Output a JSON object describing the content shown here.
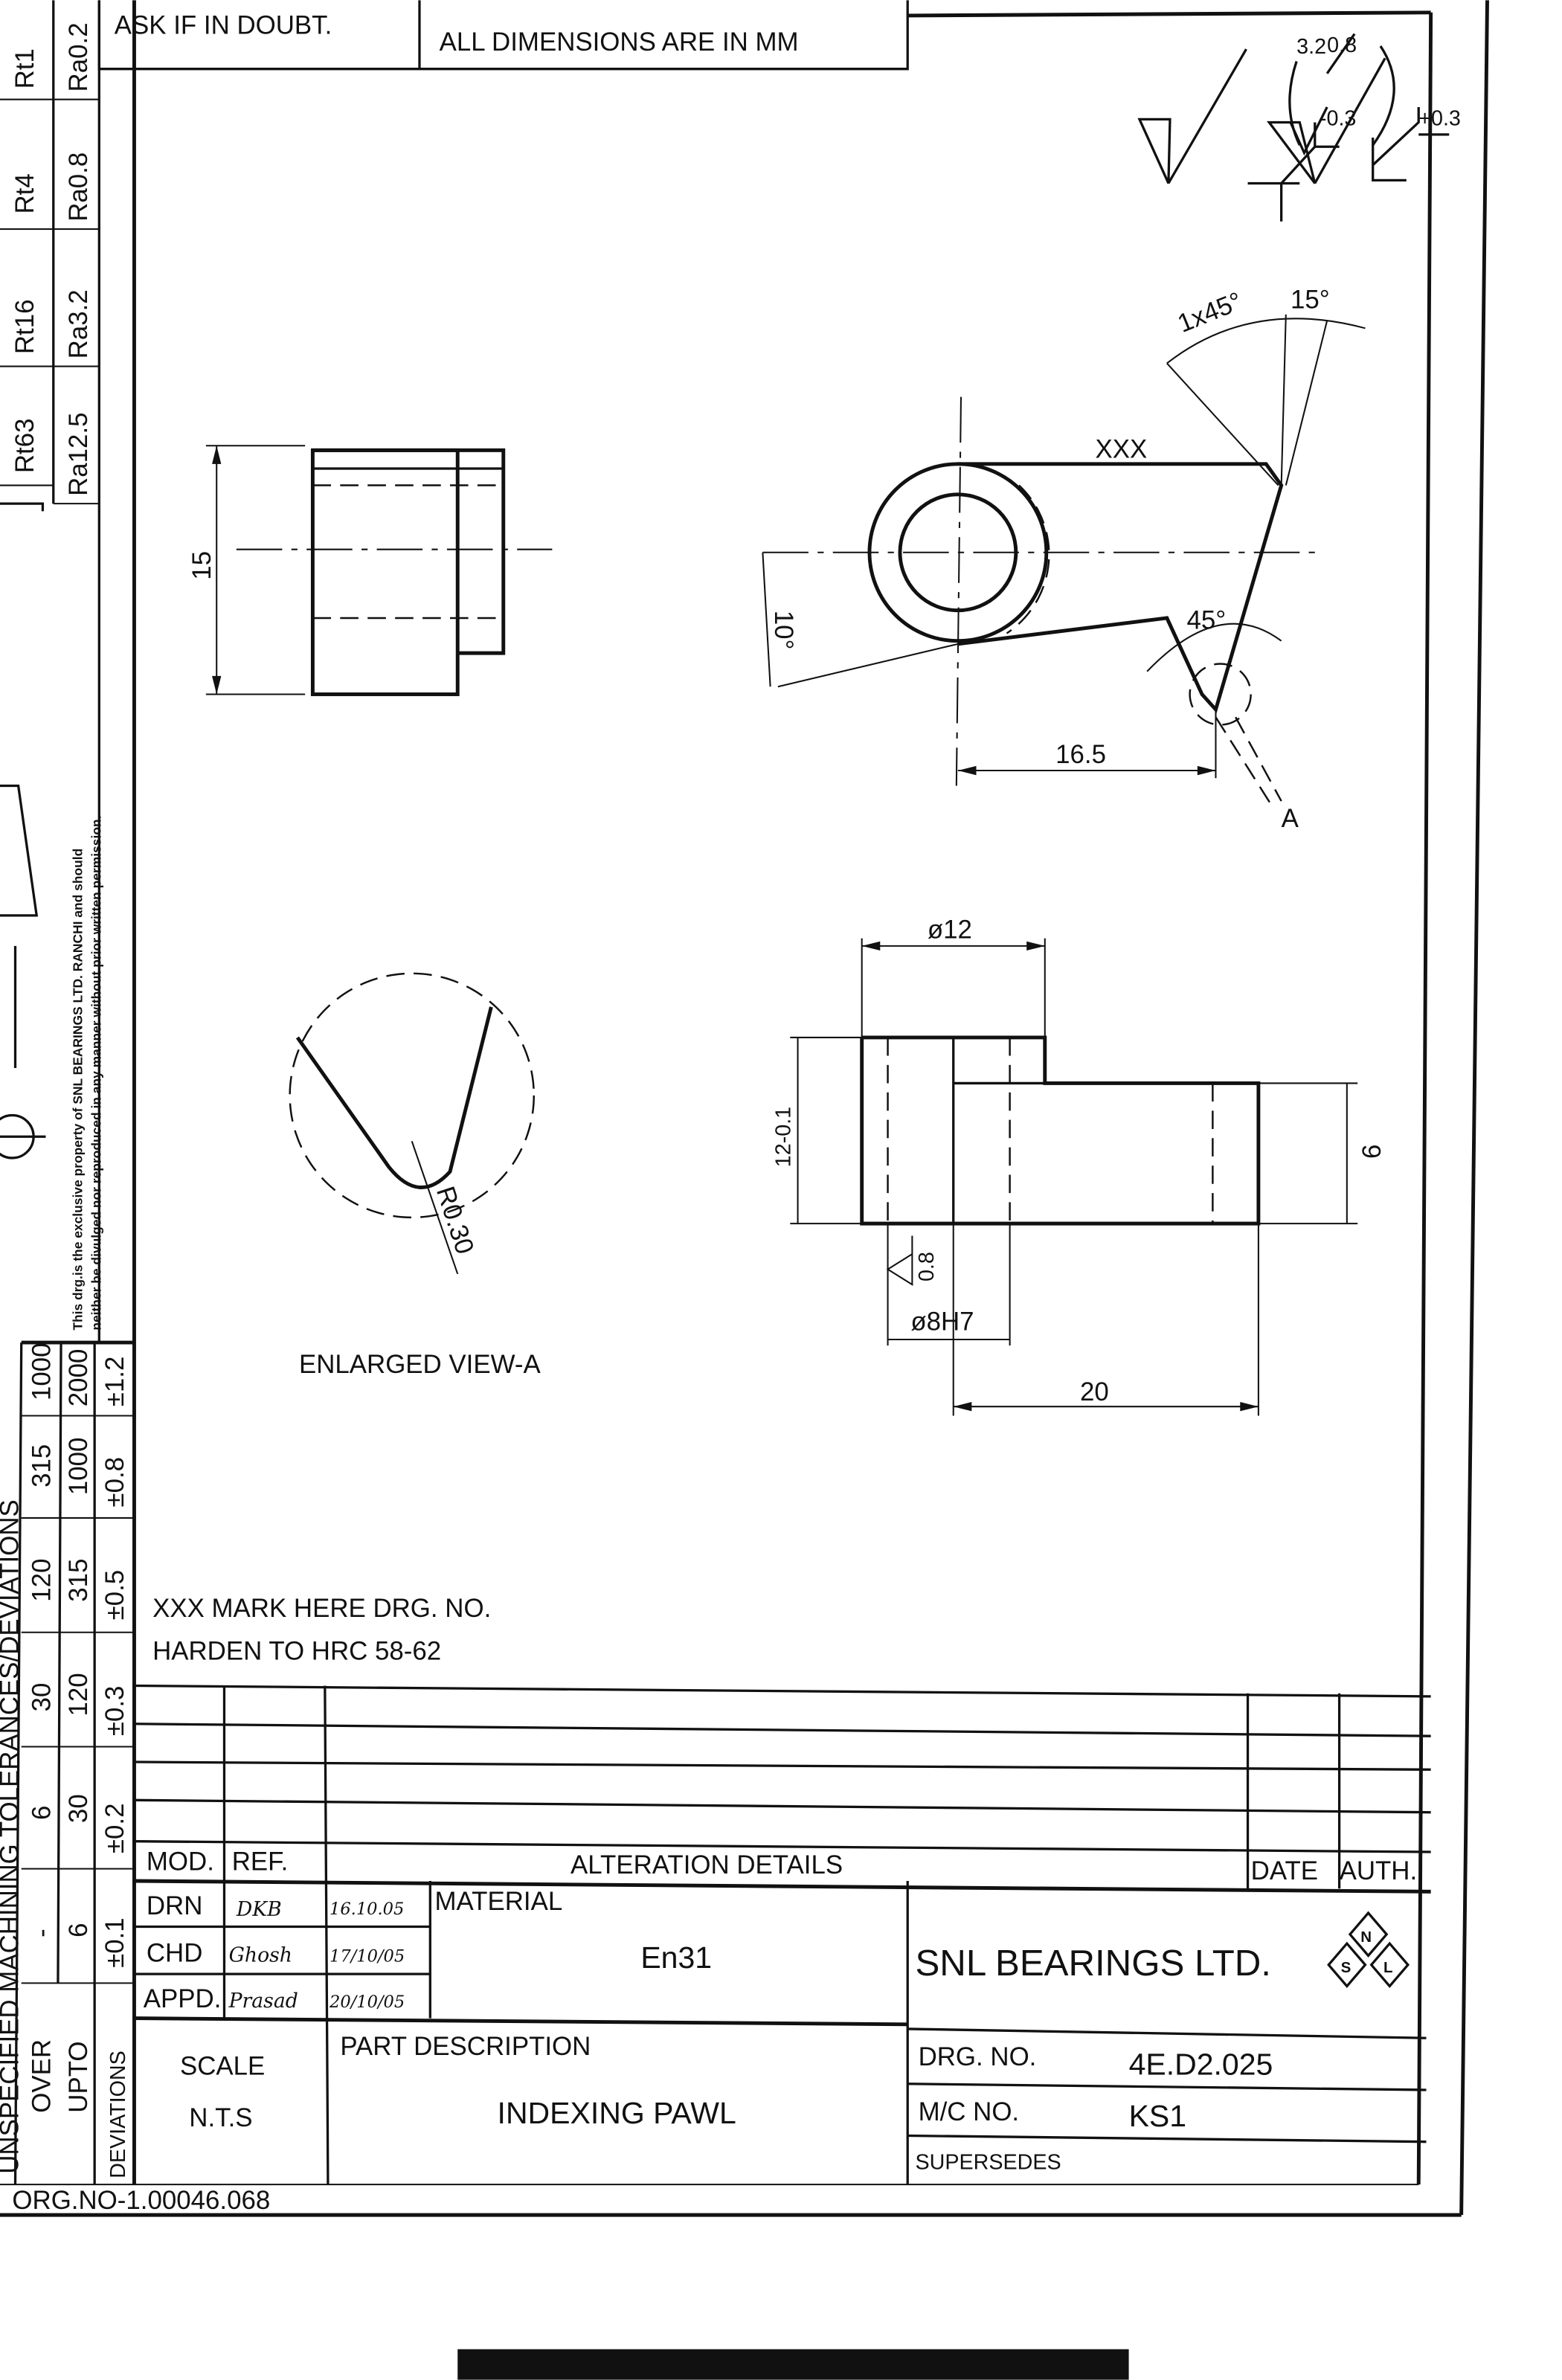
{
  "header": {
    "ask_note": "ASK IF IN DOUBT.",
    "units_note": "ALL DIMENSIONS  ARE IN MM"
  },
  "surface_finish": {
    "rt": [
      "Rt1",
      "Rt4",
      "Rt16",
      "Rt63"
    ],
    "ra": [
      "Ra0.2",
      "Ra0.8",
      "Ra3.2",
      "Ra12.5"
    ],
    "symbol_main": "3.2",
    "symbol_other": "0.8",
    "tol_minus": "-0.3",
    "tol_plus": "+0.3"
  },
  "disclaimer": {
    "line1": "This drg.is the exclusive property of  SNL  BEARINGS LTD. RANCHI and should",
    "line2": "neither be divulged nor reproduced in any manner without prior written permission."
  },
  "tolerances": {
    "title": "UNSPECIFIED MACHINING TOLERANCES/DEVIATIONS",
    "over_label": "OVER",
    "upto_label": "UPTO",
    "deviation_label": "DEVIATIONS",
    "over": [
      "-",
      "6",
      "30",
      "120",
      "315",
      "1000"
    ],
    "upto": [
      "6",
      "30",
      "120",
      "315",
      "1000",
      "2000"
    ],
    "deviations": [
      "±0.1",
      "±0.2",
      "±0.3",
      "±0.5",
      "±0.8",
      "±1.2"
    ]
  },
  "views": {
    "side_dim_height": "15",
    "front_mark": "XXX",
    "angle_chamfer": "1x45°",
    "angle_15": "15°",
    "angle_45": "45°",
    "angle_10": "10°",
    "dim_16_5": "16.5",
    "section_label": "A",
    "dim_dia12": "ø12",
    "dim_12": "12-0.1",
    "dim_9": "9",
    "dim_bore": "ø8H7",
    "bore_finish": "0.8",
    "dim_20": "20",
    "enlarged_radius": "R0.30",
    "enlarged_title": "ENLARGED VIEW-A"
  },
  "notes": [
    "XXX MARK HERE DRG. NO.",
    "HARDEN TO HRC 58-62"
  ],
  "title_block": {
    "mod": "MOD.",
    "ref": "REF.",
    "alteration": "ALTERATION   DETAILS",
    "date": "DATE",
    "auth": "AUTH.",
    "drn": "DRN",
    "chd": "CHD",
    "appd": "APPD.",
    "drn_name": "DKB",
    "drn_date": "16.10.05",
    "chd_name": "Ghosh",
    "chd_date": "17/10/05",
    "appd_name": "Prasad",
    "appd_date": "20/10/05",
    "material_label": "MATERIAL",
    "material": "En31",
    "company": "SNL  BEARINGS  LTD.",
    "logo_letters": [
      "S",
      "N",
      "L"
    ],
    "scale_label": "SCALE",
    "scale": "N.T.S",
    "part_desc_label": "PART  DESCRIPTION",
    "part_desc": "INDEXING  PAWL",
    "drg_no_label": "DRG.  NO.",
    "drg_no": "4E.D2.025",
    "mc_no_label": "M/C  NO.",
    "mc_no": "KS1",
    "supersedes_label": "SUPERSEDES"
  },
  "org_no": "ORG.NO-1.00046.068"
}
